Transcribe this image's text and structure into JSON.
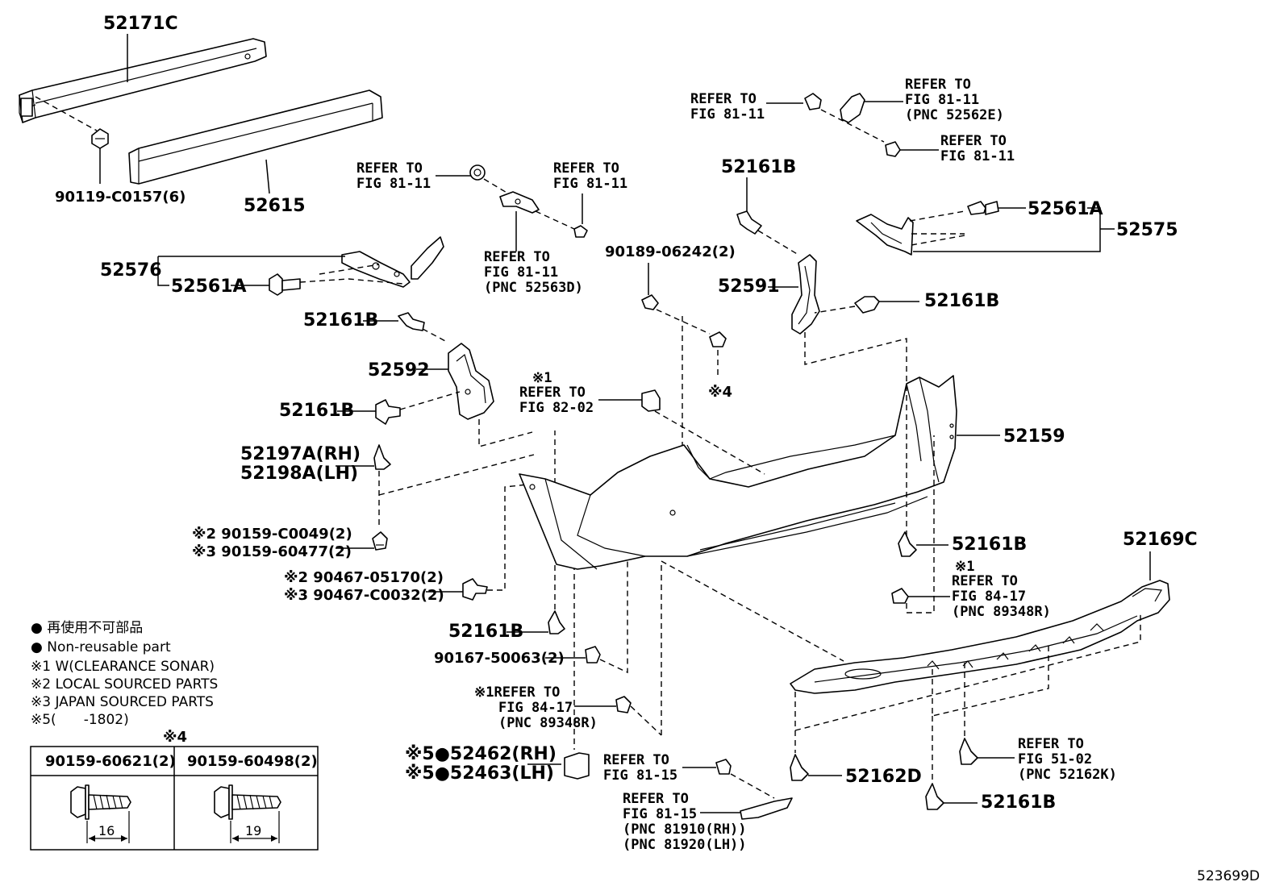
{
  "labels": {
    "p52171c": "52171C",
    "p90119": "90119-C0157(6)",
    "p52615": "52615",
    "p52576": "52576",
    "p52561a_l": "52561A",
    "p52161b_1": "52161B",
    "p52592": "52592",
    "p52161b_2": "52161B",
    "p52197a": "52197A(RH)",
    "p52198a": "52198A(LH)",
    "p90159_c0049": "※2 90159-C0049(2)",
    "p90159_60477": "※3 90159-60477(2)",
    "p90467_05170": "※2 90467-05170(2)",
    "p90467_c0032": "※3 90467-C0032(2)",
    "p52161b_3": "52161B",
    "p90167": "90167-50063(2)",
    "p52462": "※5●52462(RH)",
    "p52463": "※5●52463(LH)",
    "p52161b_top": "52161B",
    "p90189": "90189-06242(2)",
    "p52591": "52591",
    "p52161b_r": "52161B",
    "p52561a_r": "52561A",
    "p52575": "52575",
    "p52159": "52159",
    "p52161b_mid": "52161B",
    "p52169c": "52169C",
    "p52162d": "52162D",
    "p52161b_bot": "52161B",
    "note4": "※4",
    "drawing_no": "523699D"
  },
  "refs": {
    "r1": [
      "REFER TO",
      "FIG 81-11"
    ],
    "r2": [
      "REFER TO",
      "FIG 81-11"
    ],
    "r3": [
      "REFER TO",
      "FIG 81-11",
      "(PNC 52563D)"
    ],
    "r4": [
      "REFER TO",
      "FIG 81-11"
    ],
    "r5": [
      "REFER TO",
      "FIG 81-11",
      "(PNC 52562E)"
    ],
    "r6": [
      "REFER TO",
      "FIG 81-11"
    ],
    "r7": [
      "※1",
      "REFER TO",
      "FIG 82-02"
    ],
    "r8": [
      "※1",
      "REFER TO",
      "FIG 84-17",
      "(PNC 89348R)"
    ],
    "r9": [
      "※1REFER TO",
      "FIG 84-17",
      "(PNC 89348R)"
    ],
    "r10": [
      "REFER TO",
      "FIG 81-15"
    ],
    "r11": [
      "REFER TO",
      "FIG 81-15",
      "(PNC 81910(RH))",
      "(PNC 81920(LH))"
    ],
    "r12": [
      "REFER TO",
      "FIG 51-02",
      "(PNC 52162K)"
    ]
  },
  "legend": {
    "line1": "● 再使用不可部品",
    "line2": "● Non-reusable part",
    "line3": "※1 W(CLEARANCE SONAR)",
    "line4": "※2 LOCAL SOURCED PARTS",
    "line5": "※3 JAPAN SOURCED PARTS",
    "line6": "※5(　　-1802)"
  },
  "bolt_table": {
    "title": "※4",
    "col1_header": "90159-60621(2)",
    "col2_header": "90159-60498(2)",
    "col1_dim": "16",
    "col2_dim": "19"
  }
}
